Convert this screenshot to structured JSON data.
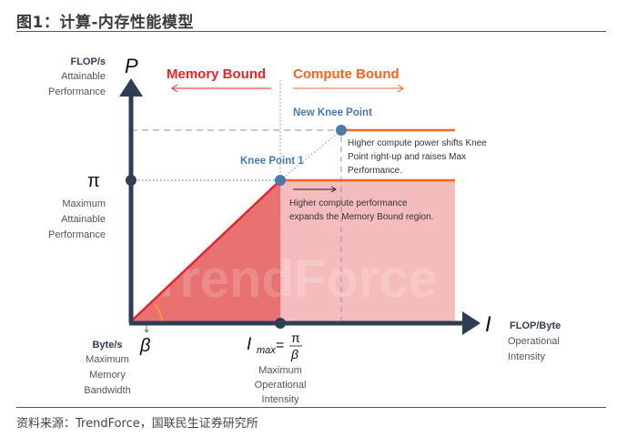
{
  "title": "图1：计算-内存性能模型",
  "source": "资料来源：TrendForce，国联民生证券研究所",
  "watermark": "TrendForce",
  "colors": {
    "axis": "#2f3e52",
    "memory": "#e8232a",
    "compute": "#f26522",
    "knee": "#4a7aaa",
    "dark_fill": "#e87171",
    "light_fill": "#f4bcbc"
  },
  "y_axis": {
    "symbol": "P",
    "unit": "FLOP/s",
    "label_1": "Attainable",
    "label_2": "Performance",
    "pi": "π",
    "pi_label_1": "Maximum",
    "pi_label_2": "Attainable",
    "pi_label_3": "Performance"
  },
  "x_axis": {
    "symbol": "I",
    "unit": "FLOP/Byte",
    "label_1": "Operational",
    "label_2": "Intensity"
  },
  "beta": {
    "symbol": "β",
    "unit": "Byte/s",
    "label_1": "Maximum",
    "label_2": "Memory",
    "label_3": "Bandwidth"
  },
  "imax": {
    "symbol": "I",
    "sub": "max",
    "eq": "=",
    "num": "π",
    "den": "β",
    "label_1": "Maximum",
    "label_2": "Operational",
    "label_3": "Intensity"
  },
  "regions": {
    "memory": "Memory Bound",
    "compute": "Compute Bound"
  },
  "knee1": {
    "label": "Knee Point 1",
    "note_1": "Higher compute performance",
    "note_2": "expands the Memory Bound region."
  },
  "knee2": {
    "label": "New Knee Point",
    "note_1": "Higher compute power shifts Knee",
    "note_2": "Point right-up and raises Max",
    "note_3": "Performance."
  }
}
